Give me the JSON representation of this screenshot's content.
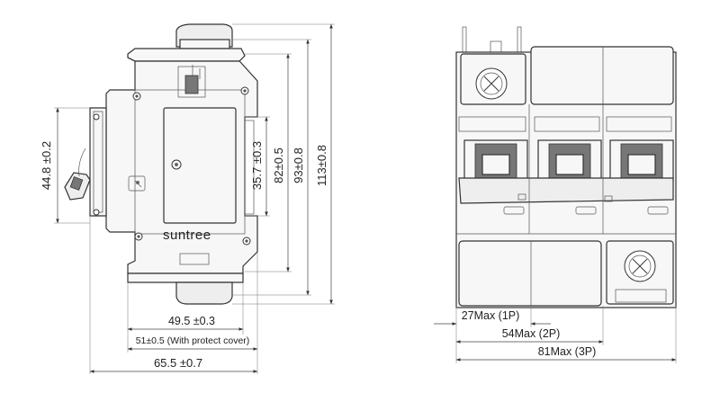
{
  "brand": "suntree",
  "side_view": {
    "dimensions": {
      "height_front": "44.8 ±0.2",
      "height_window": "35.7 ±0.3",
      "height_body": "82±0.5",
      "height_din": "93±0.8",
      "height_total": "113±0.8",
      "width_depth": "49.5 ±0.3",
      "width_cover": "51±0.5 (With protect cover)",
      "width_total": "65.5 ±0.7"
    }
  },
  "front_view": {
    "dimensions": {
      "width_1p": "27Max (1P)",
      "width_2p": "54Max (2P)",
      "width_3p": "81Max (3P)"
    }
  }
}
